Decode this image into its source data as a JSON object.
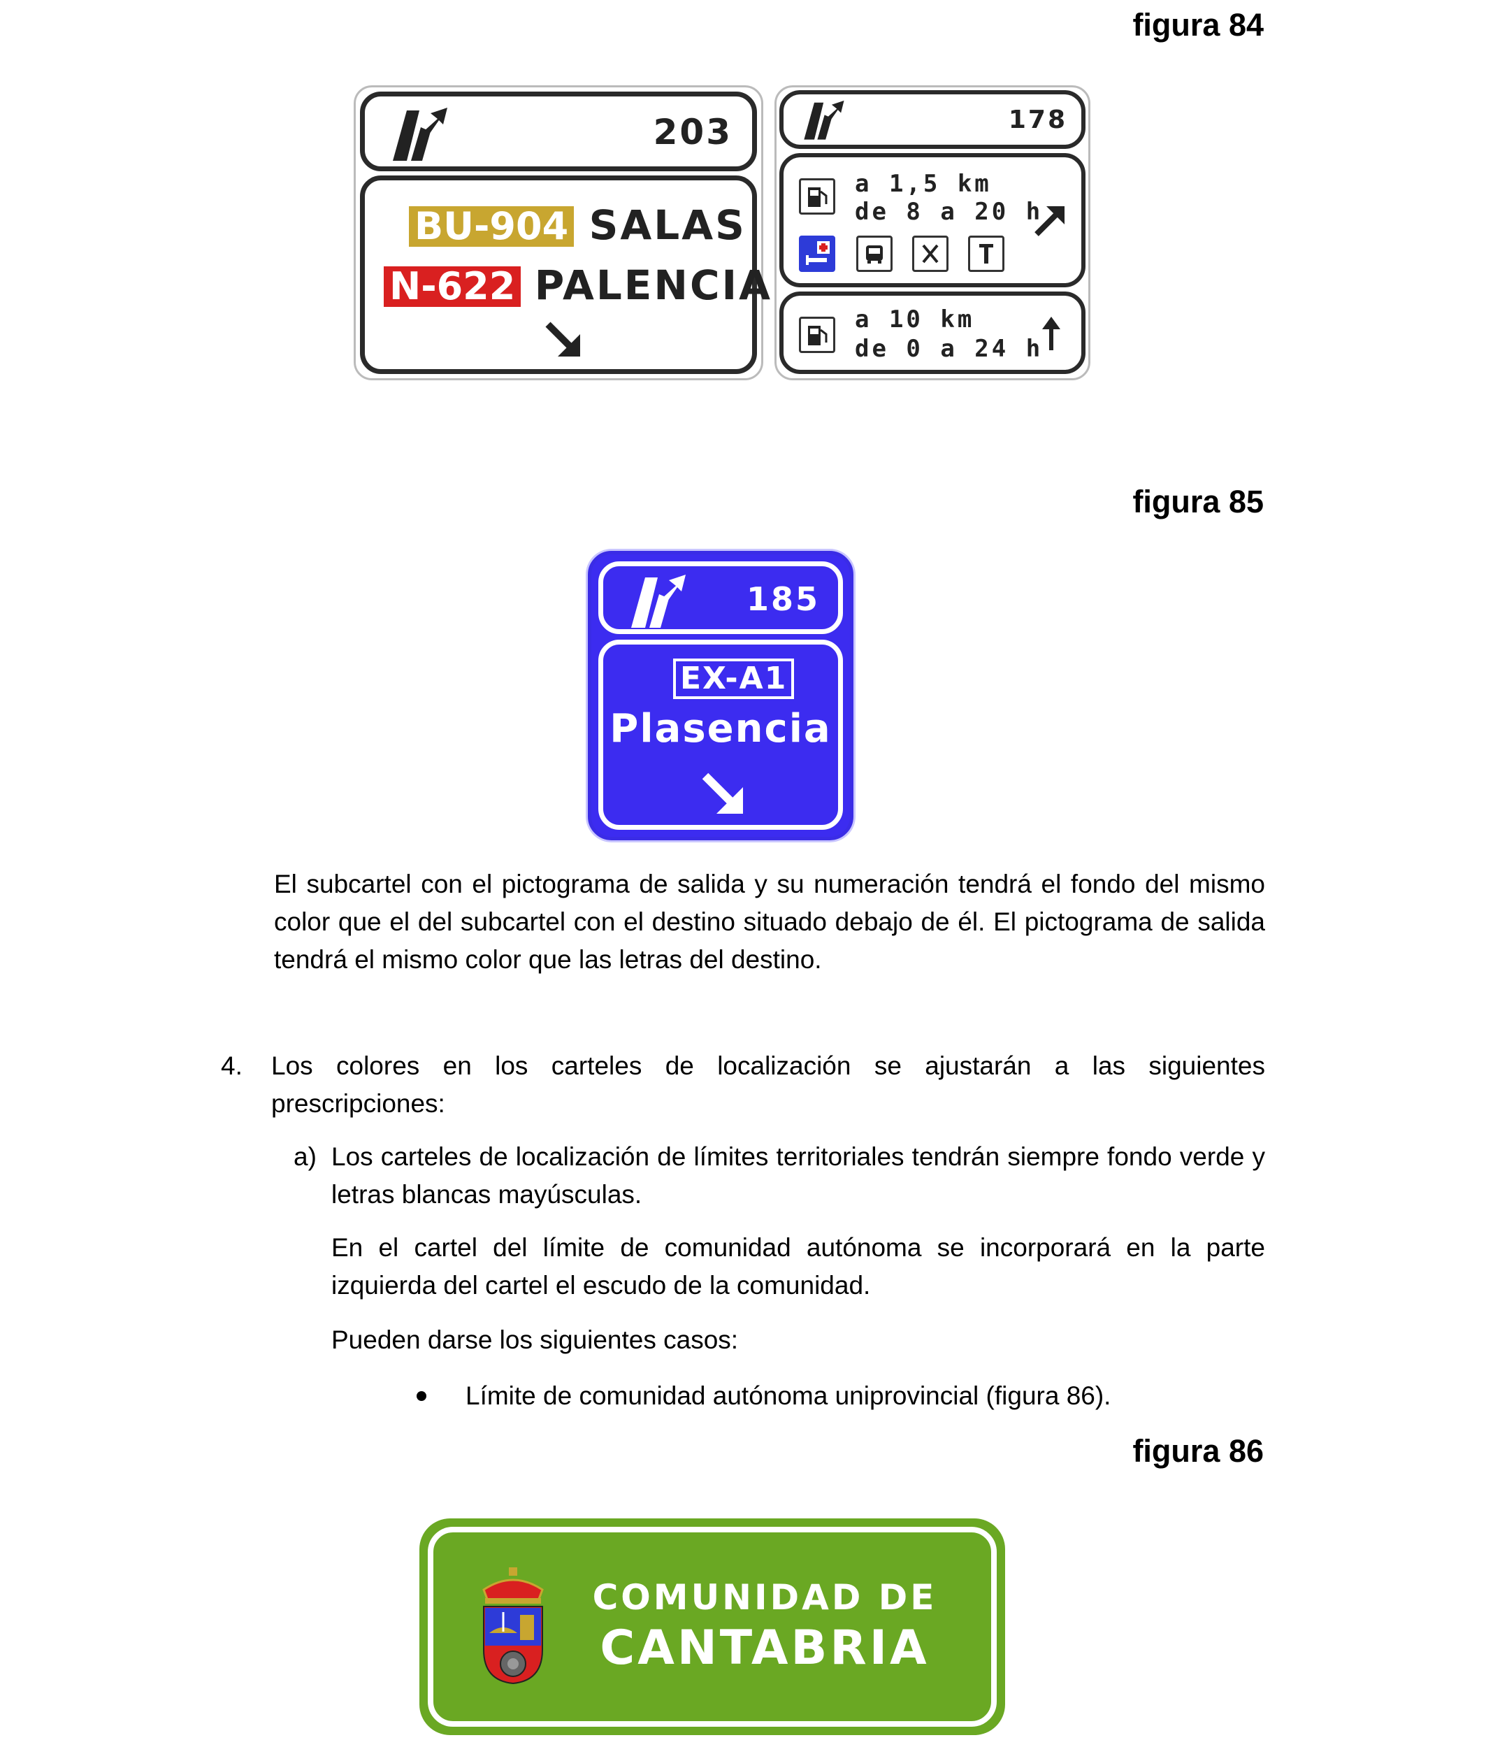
{
  "figures": {
    "fig84_label": "figura 84",
    "fig85_label": "figura 85",
    "fig86_label": "figura 86"
  },
  "fig84": {
    "left_sign": {
      "exit_number": "203",
      "road1_code": "BU-904",
      "road1_dest": "SALAS",
      "road2_code": "N-622",
      "road2_dest": "PALENCIA"
    },
    "right_sign": {
      "exit_number": "178",
      "service1_line1": "a 1,5 km",
      "service1_line2": "de 8 a 20 h",
      "service2_line1": "a 10 km",
      "service2_line2": "de 0 a 24 h"
    }
  },
  "fig85": {
    "exit_number": "185",
    "road_code": "EX-A1",
    "destination": "Plasencia"
  },
  "fig86": {
    "line1": "COMUNIDAD DE",
    "line2": "CANTABRIA"
  },
  "text": {
    "para1": "El subcartel con el pictograma de salida y su numeración tendrá el fondo del mismo color que el del subcartel con el destino situado debajo de él. El pictograma de salida tendrá el mismo color que las letras del destino.",
    "item4_number": "4.",
    "item4_text": "Los colores en los carteles de localización se ajustarán a las siguientes prescripciones:",
    "item_a_label": "a)",
    "item_a_text": "Los carteles de localización de límites territoriales tendrán siempre fondo verde y letras blancas mayúsculas.",
    "para_a2": "En el cartel del límite de comunidad autónoma se incorporará en la parte izquierda del cartel el escudo de la comunidad.",
    "para_a3": "Pueden darse los siguientes casos:",
    "bullet1": "Límite de comunidad autónoma uniprovincial (figura 86)."
  },
  "colors": {
    "yellow_road": "#c8a630",
    "red_road": "#d92020",
    "blue_sign": "#3c2cf0",
    "green_sign": "#6aa823"
  },
  "icons": [
    "exit-pictogram-icon",
    "fuel-pump-icon",
    "hospital-icon",
    "bus-icon",
    "restaurant-icon",
    "mechanic-icon",
    "diagonal-arrow-icon",
    "up-arrow-icon",
    "coat-of-arms-icon"
  ]
}
